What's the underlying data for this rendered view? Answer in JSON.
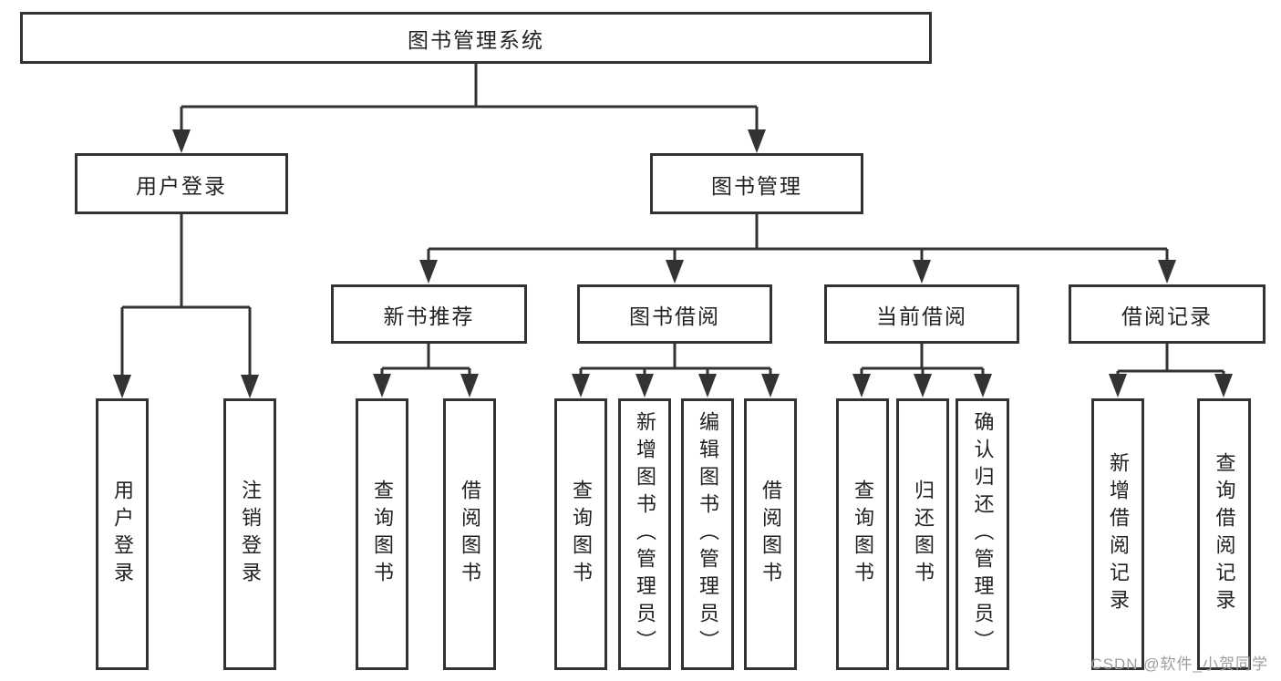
{
  "tree": {
    "root": "图书管理系统",
    "branches": [
      {
        "label": "用户登录",
        "children": [
          "用户登录",
          "注销登录"
        ]
      },
      {
        "label": "图书管理",
        "groups": [
          {
            "label": "新书推荐",
            "children": [
              "查询图书",
              "借阅图书"
            ]
          },
          {
            "label": "图书借阅",
            "children": [
              "查询图书",
              "新增图书（管理员）",
              "编辑图书（管理员）",
              "借阅图书"
            ]
          },
          {
            "label": "当前借阅",
            "children": [
              "查询图书",
              "归还图书",
              "确认归还（管理员）"
            ]
          },
          {
            "label": "借阅记录",
            "children": [
              "新增借阅记录",
              "查询借阅记录"
            ]
          }
        ]
      }
    ]
  },
  "colors": {
    "line": "#333333",
    "box_border": "#333333",
    "text": "#222222",
    "watermark": "#9e9e9e",
    "background": "#ffffff"
  },
  "watermark": "CSDN @软件_小贺同学"
}
